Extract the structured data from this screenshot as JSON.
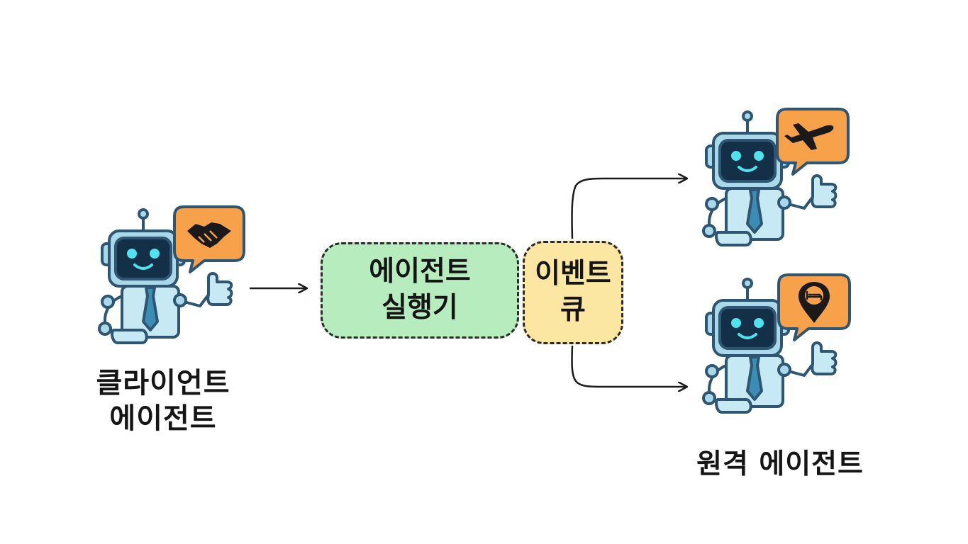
{
  "client": {
    "label_line1": "클라이언트",
    "label_line2": "에이전트",
    "bubble_icon": "handshake-icon"
  },
  "executor": {
    "line1": "에이전트",
    "line2": "실행기",
    "color": "#b7ecbe"
  },
  "queue": {
    "line1": "이벤트",
    "line2": "큐",
    "color": "#fbe7a1"
  },
  "remote": {
    "label": "원격 에이전트",
    "top_bubble_icon": "airplane-icon",
    "bottom_bubble_icon": "hotel-location-icon"
  },
  "colors": {
    "bubble": "#f7a14a",
    "robot_body": "#a9d8ea",
    "robot_dark": "#2e5571",
    "robot_screen": "#143049",
    "robot_eyes": "#4fe3ee",
    "tie": "#3b8db5"
  }
}
